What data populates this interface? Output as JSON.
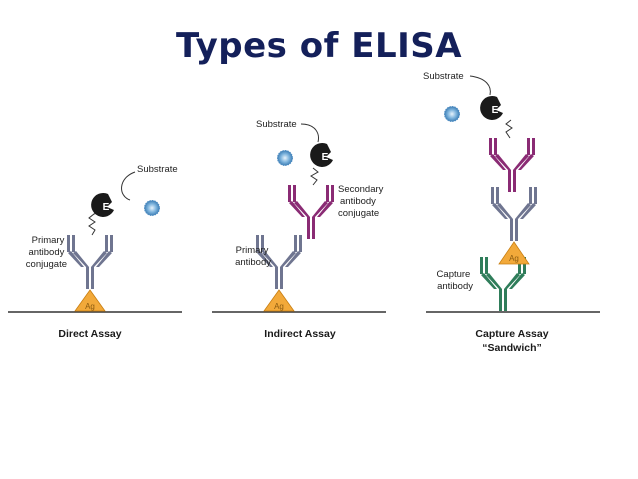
{
  "slide": {
    "title": "Types of ELISA"
  },
  "panels": {
    "direct": {
      "caption": "Direct Assay",
      "substrate_label": "Substrate",
      "antibody_label": [
        "Primary",
        "antibody",
        "conjugate"
      ],
      "enzyme_letter": "E",
      "antigen_letter": "Ag"
    },
    "indirect": {
      "caption": "Indirect Assay",
      "substrate_label": "Substrate",
      "secondary_label": [
        "Secondary",
        "antibody",
        "conjugate"
      ],
      "primary_label": [
        "Primary",
        "antibody"
      ],
      "enzyme_letter": "E",
      "antigen_letter": "Ag"
    },
    "capture": {
      "caption_line1": "Capture Assay",
      "caption_line2": "“Sandwich”",
      "substrate_label": "Substrate",
      "capture_label": [
        "Capture",
        "antibody"
      ],
      "enzyme_letter": "E",
      "antigen_letter": "Ag"
    }
  },
  "colors": {
    "title": "#14205a",
    "primary_antibody": "#6f7590",
    "secondary_antibody": "#8a2b74",
    "capture_antibody": "#2f7d5a",
    "antigen": "#f2a93a",
    "substrate": "#6fa8d8",
    "enzyme": "#1a1a1a"
  }
}
